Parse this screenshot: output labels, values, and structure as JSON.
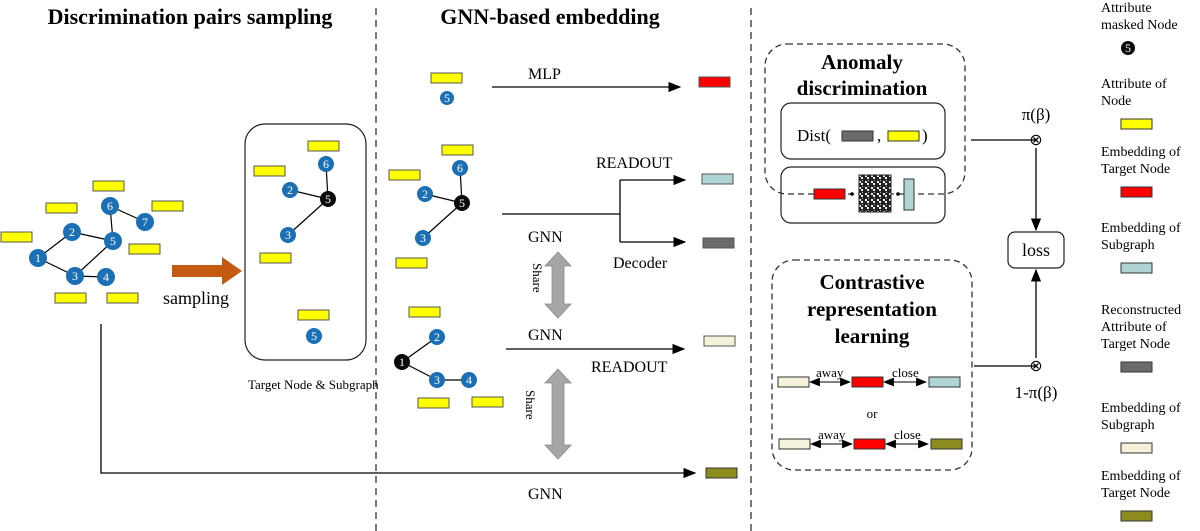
{
  "sections": {
    "sampling_title": "Discrimination pairs sampling",
    "embedding_title": "GNN-based embedding"
  },
  "sampling": {
    "arrow_label": "sampling",
    "subgraph_caption": "Target Node & Subgraph",
    "full_graph_nodes": [
      "1",
      "2",
      "3",
      "4",
      "5",
      "6",
      "7"
    ],
    "subgraph_nodes": [
      "2",
      "3",
      "5",
      "6"
    ],
    "target_node": "5"
  },
  "embedding": {
    "mlp_label": "MLP",
    "readout_label": "READOUT",
    "gnn_label": "GNN",
    "decoder_label": "Decoder",
    "share_label": "Share",
    "readout_label_2": "READOUT",
    "gnn_label_2": "GNN",
    "gnn_label_bottom": "GNN",
    "masked_node": "5",
    "neg_subgraph_nodes": [
      "1",
      "2",
      "3",
      "4"
    ]
  },
  "anomaly": {
    "title_line1": "Anomaly",
    "title_line2": "discrimination",
    "dist_label": "Dist(",
    "dist_comma": ",",
    "dist_close": ")"
  },
  "contrastive": {
    "title_line1": "Contrastive",
    "title_line2": "representation",
    "title_line3": "learning",
    "away_label": "away",
    "close_label": "close",
    "or_label": "or"
  },
  "loss": {
    "label": "loss",
    "weight_top": "π(β)",
    "weight_bottom": "1-π(β)",
    "multiply_symbol": "⊗"
  },
  "legend": [
    {
      "line1": "Attribute",
      "line2": "masked Node",
      "line3": "",
      "swatch": "masked-node",
      "node_num": "5"
    },
    {
      "line1": "Attribute of",
      "line2": "Node",
      "line3": "",
      "swatch": "#ffff00"
    },
    {
      "line1": "Embedding of",
      "line2": "Target Node",
      "line3": "",
      "swatch": "#ff0000"
    },
    {
      "line1": "Embedding of",
      "line2": "Subgraph",
      "line3": "",
      "swatch": "#b0d4d4"
    },
    {
      "line1": "Reconstructed",
      "line2": "Attribute of",
      "line3": "Target Node",
      "swatch": "#6d6a6a"
    },
    {
      "line1": "Embedding of",
      "line2": "Subgraph",
      "line3": "",
      "swatch": "#f5f2dc"
    },
    {
      "line1": "Embedding of",
      "line2": "Target Node",
      "line3": "",
      "swatch": "#8c8c1e"
    }
  ],
  "colors": {
    "node_blue": "#1b6fb5",
    "masked_black": "#0a0a0a",
    "attribute_yellow": "#ffff00",
    "target_red": "#ff0000",
    "subgraph_teal": "#b0d4d4",
    "reconstructed_gray": "#6d6a6a",
    "neg_subgraph_cream": "#f5f2dc",
    "target_olive": "#8c8c1e",
    "sampling_arrow": "#c55a11",
    "share_arrow": "#a6a6a6"
  }
}
